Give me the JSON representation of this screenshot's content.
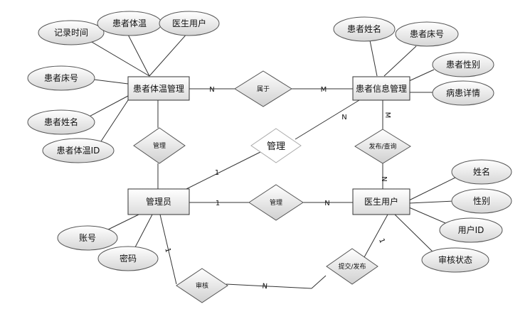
{
  "entities": {
    "temp_mgmt": "患者体温管理",
    "patient_info_mgmt": "患者信息管理",
    "admin": "管理员",
    "doctor_user": "医生用户"
  },
  "attributes": {
    "record_time": "记录时间",
    "patient_temp": "患者体温",
    "doctor_user_attr": "医生用户",
    "patient_bed_left": "患者床号",
    "patient_name_left": "患者姓名",
    "patient_temp_id": "患者体温ID",
    "patient_name_right": "患者姓名",
    "patient_bed_right": "患者床号",
    "patient_gender": "患者性别",
    "illness_detail": "病患详情",
    "name": "姓名",
    "gender": "性别",
    "user_id": "用户ID",
    "review_status": "审核状态",
    "account": "账号",
    "password": "密码"
  },
  "relationships": {
    "belongs": "属于",
    "manage_temp": "管理",
    "manage_info": "管理",
    "publish_query": "发布/查询",
    "manage_doctor": "管理",
    "submit_publish": "提交/发布",
    "review": "审核"
  },
  "cardinalities": {
    "belongs_left": "N",
    "belongs_right": "M",
    "info_publish": "M",
    "publish_doctor": "N",
    "manage_info_admin": "1",
    "manage_info_target": "N",
    "manage_doctor_admin": "1",
    "manage_doctor_target": "N",
    "admin_review": "1",
    "review_submit": "N",
    "submit_doctor": "1"
  }
}
